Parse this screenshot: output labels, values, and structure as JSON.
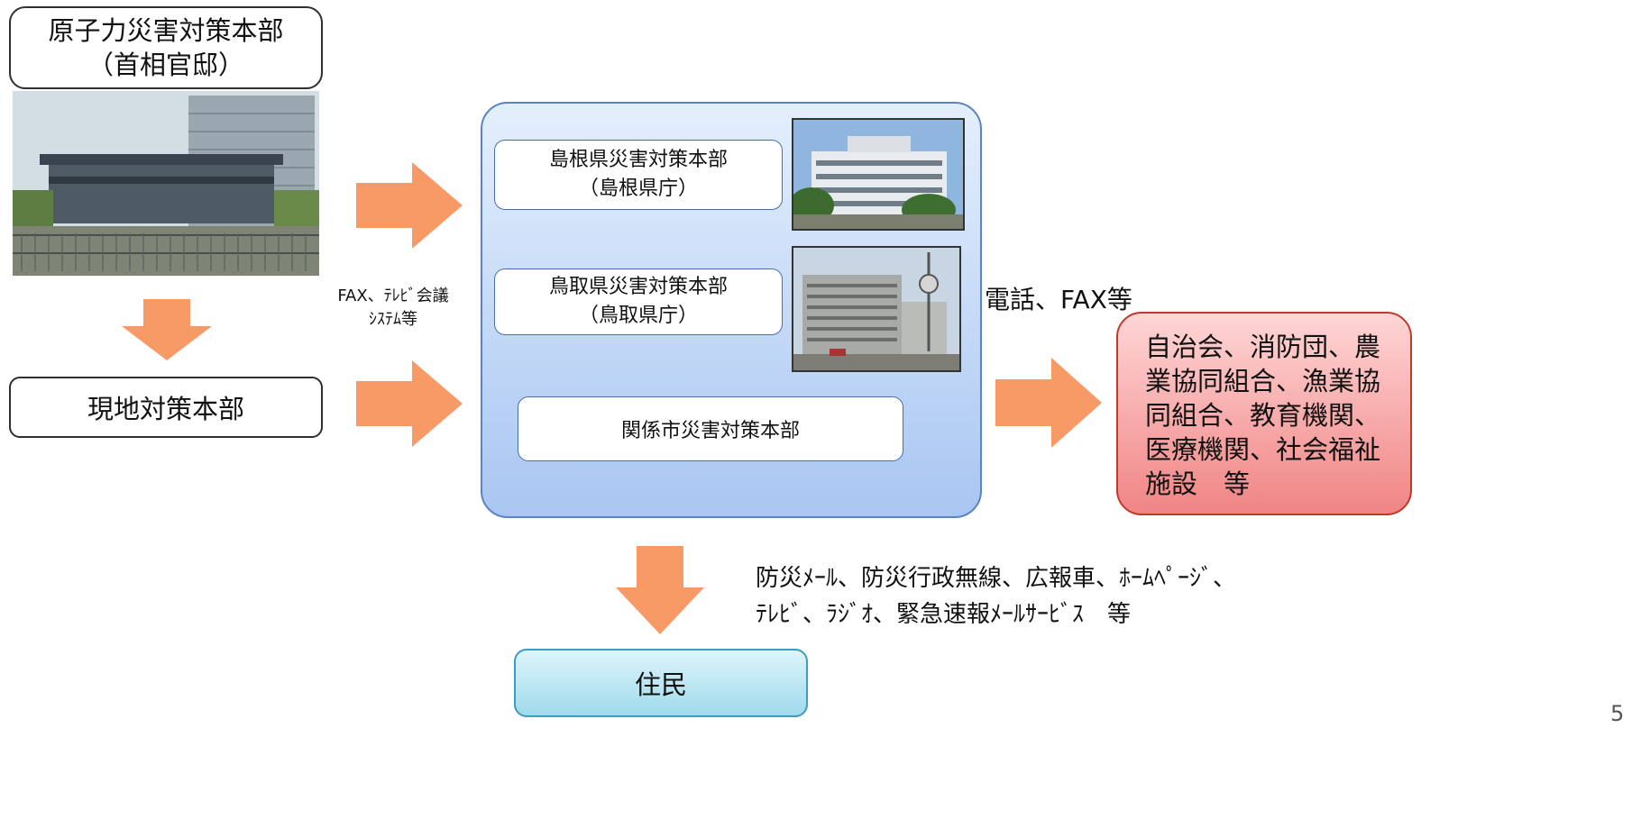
{
  "nodes": {
    "hq": {
      "line1": "原子力災害対策本部",
      "line2": "（首相官邸）"
    },
    "local_hq": {
      "label": "現地対策本部"
    },
    "shimane": {
      "line1": "島根県災害対策本部",
      "line2": "（島根県庁）"
    },
    "tottori": {
      "line1": "鳥取県災害対策本部",
      "line2": "（鳥取県庁）"
    },
    "city": {
      "label": "関係市災害対策本部"
    },
    "organizations": {
      "lines": [
        "自治会、消防団、農",
        "業協同組合、漁業協",
        "同組合、教育機関、",
        "医療機関、社会福祉",
        "施設　等"
      ]
    },
    "residents": {
      "label": "住民"
    }
  },
  "edges": {
    "fax_tv": {
      "line1": "FAX、ﾃﾚﾋﾞ会議",
      "line2": "ｼｽﾃﾑ等"
    },
    "phone_fax": {
      "label": "電話、FAX等"
    },
    "media": {
      "line1": "防災ﾒｰﾙ、防災行政無線、広報車、ﾎｰﾑﾍﾟｰｼﾞ、",
      "line2": "ﾃﾚﾋﾞ、ﾗｼﾞｵ、緊急速報ﾒｰﾙｻｰﾋﾞｽ　等"
    }
  },
  "page_number": "5",
  "colors": {
    "arrow": "#f79a66",
    "panel_top": "#e4effc",
    "panel_bottom": "#a9c6f2",
    "panel_border": "#5b84c4",
    "org_top": "#ffd6d6",
    "org_bottom": "#f08484",
    "org_border": "#c0392b",
    "residents_top": "#def5fb",
    "residents_bottom": "#9fdaeb",
    "residents_border": "#3e9cbf"
  },
  "icons": [
    "building-photo-kantei",
    "building-photo-shimane",
    "building-photo-tottori"
  ]
}
